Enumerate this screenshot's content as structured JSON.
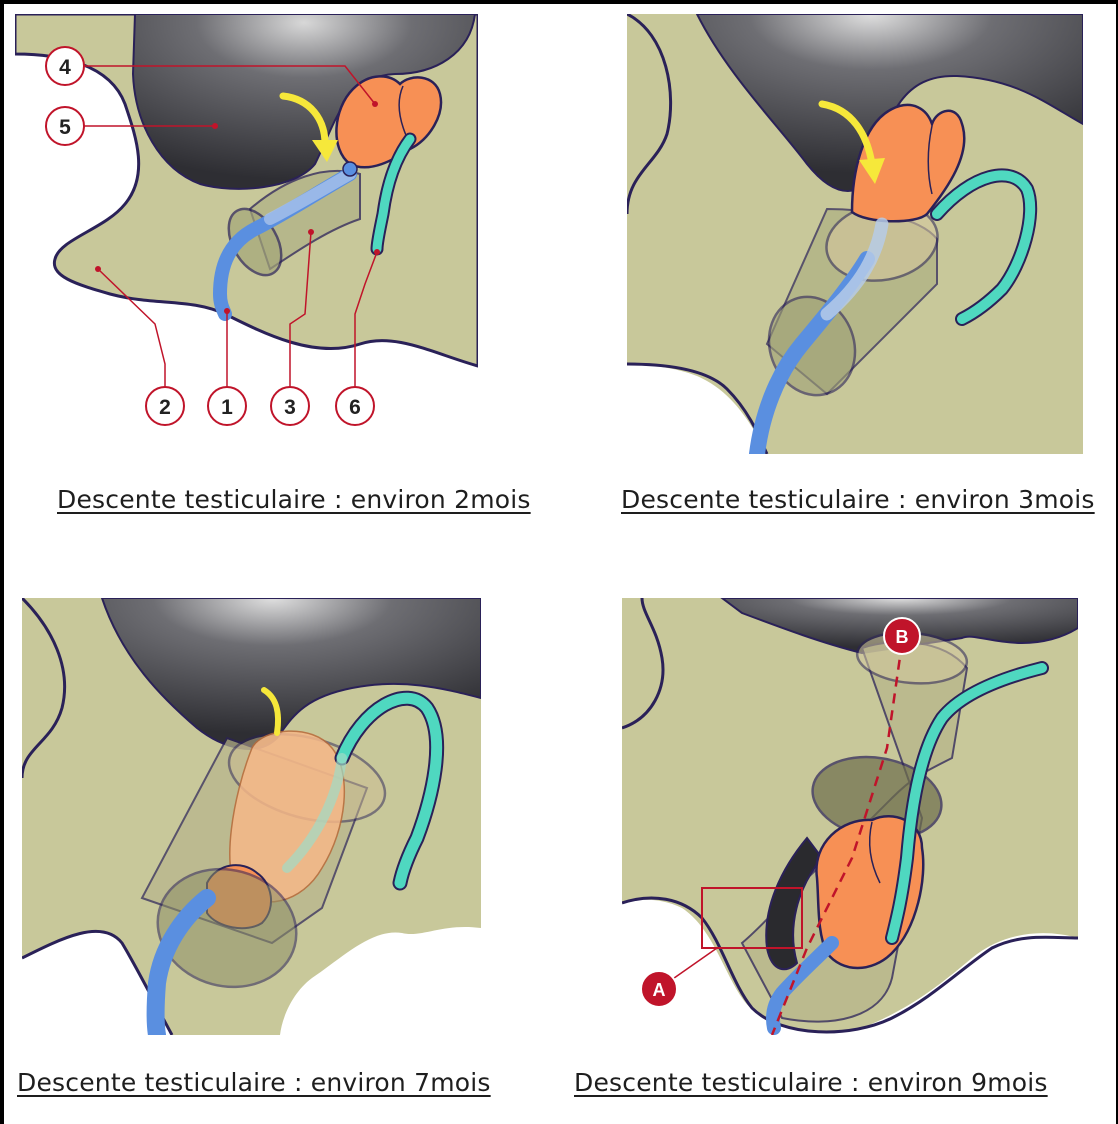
{
  "panels": [
    {
      "id": "p1",
      "caption": "Descente testiculaire : environ 2mois",
      "labels": [
        "1",
        "2",
        "3",
        "4",
        "5",
        "6"
      ]
    },
    {
      "id": "p2",
      "caption": "Descente testiculaire : environ 3mois"
    },
    {
      "id": "p3",
      "caption": "Descente testiculaire : environ 7mois"
    },
    {
      "id": "p4",
      "caption": "Descente testiculaire : environ 9mois",
      "labels": [
        "A",
        "B"
      ]
    }
  ],
  "colors": {
    "tissue": "#c8c89a",
    "outline": "#2a2158",
    "cavity": "#4a4a4f",
    "testis": "#f79055",
    "duct_blue": "#5a8fe0",
    "vessel_teal": "#4fd8c0",
    "arrow_yellow": "#f6e83a",
    "label_red": "#c0142a"
  }
}
